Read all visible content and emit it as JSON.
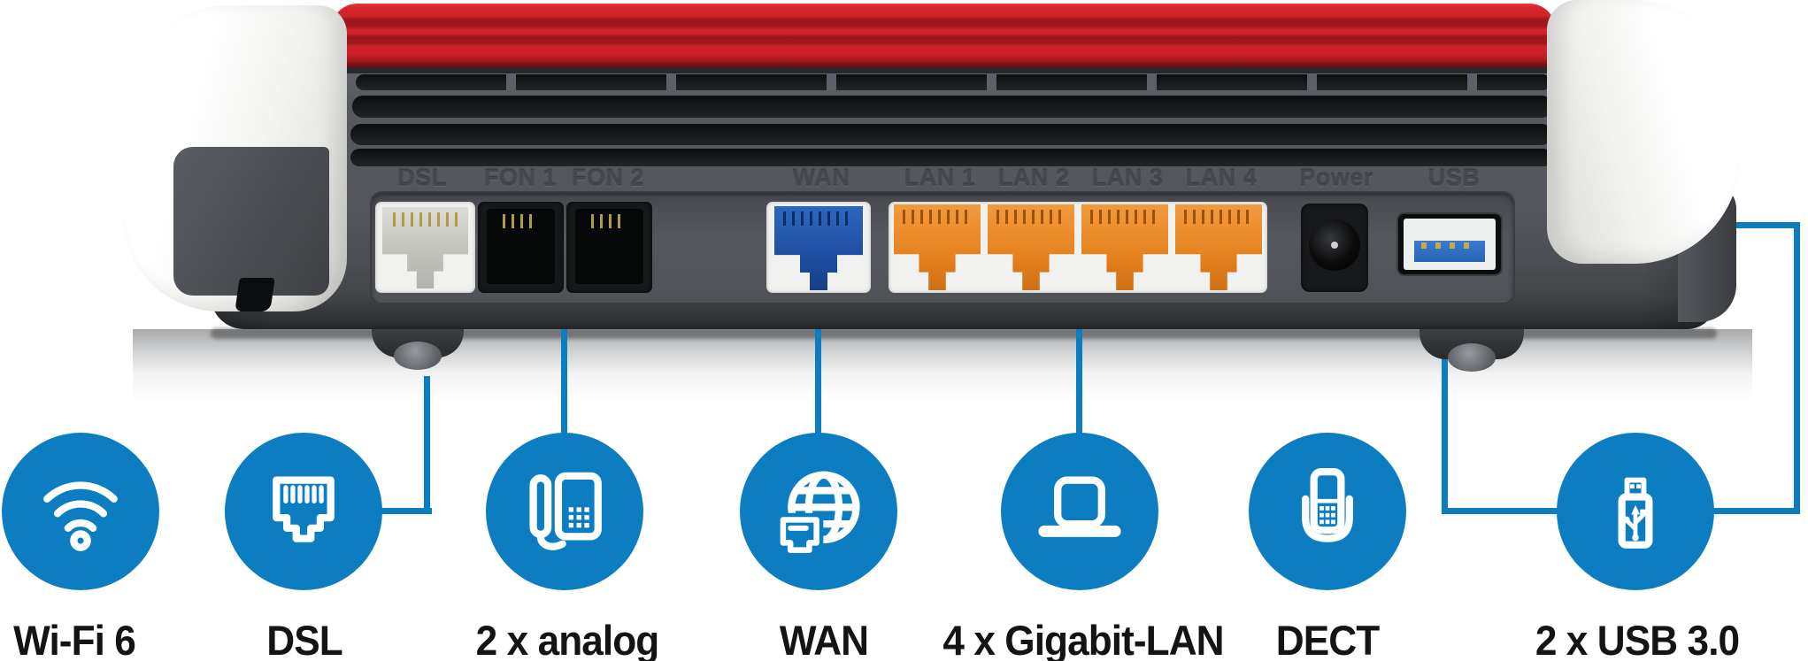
{
  "image_type": "router-rear-panel-diagram",
  "device": {
    "port_labels": [
      {
        "label": "DSL"
      },
      {
        "label": "FON 1"
      },
      {
        "label": "FON 2"
      },
      {
        "label": "WAN"
      },
      {
        "label": "LAN 1"
      },
      {
        "label": "LAN 2"
      },
      {
        "label": "LAN 3"
      },
      {
        "label": "LAN 4"
      },
      {
        "label": "Power"
      },
      {
        "label": "USB"
      }
    ]
  },
  "features": [
    {
      "label": "Wi-Fi 6",
      "icon": "wifi-icon",
      "has_connector_line": false
    },
    {
      "label": "DSL",
      "icon": "rj45-jack-icon",
      "has_connector_line": true
    },
    {
      "label": "2 x analog",
      "icon": "telephone-icon",
      "has_connector_line": true
    },
    {
      "label": "WAN",
      "icon": "globe-icon",
      "has_connector_line": true
    },
    {
      "label": "4 x Gigabit-LAN",
      "icon": "laptop-icon",
      "has_connector_line": true
    },
    {
      "label": "DECT",
      "icon": "cordless-phone-icon",
      "has_connector_line": false
    },
    {
      "label": "2 x USB 3.0",
      "icon": "usb-stick-icon",
      "has_connector_line": true
    }
  ],
  "colors": {
    "accent_blue": "#0d7dc2",
    "roof_red": "#cc2127",
    "body_gray": "#54575c",
    "lan_orange": "#e5821f",
    "wan_port_blue": "#2d66c0",
    "label_black": "#141414"
  }
}
